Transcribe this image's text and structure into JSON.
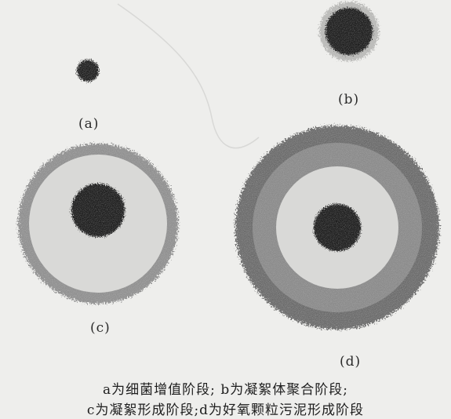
{
  "stages": [
    {
      "id": "a",
      "label": "(a)"
    },
    {
      "id": "b",
      "label": "(b)"
    },
    {
      "id": "c",
      "label": "(c)"
    },
    {
      "id": "d",
      "label": "(d)"
    }
  ],
  "caption": {
    "line1": "a为细菌增值阶段;  b为凝絮体聚合阶段;",
    "line2": "c为凝絮形成阶段;d为好氧颗粒污泥形成阶段"
  },
  "colors": {
    "background": "#eeeeec",
    "core": "#1c1c1c",
    "ring_light": "#d9d9d7",
    "ring_mid": "#8f8f8f",
    "ring_dark": "#6a6a6a"
  }
}
